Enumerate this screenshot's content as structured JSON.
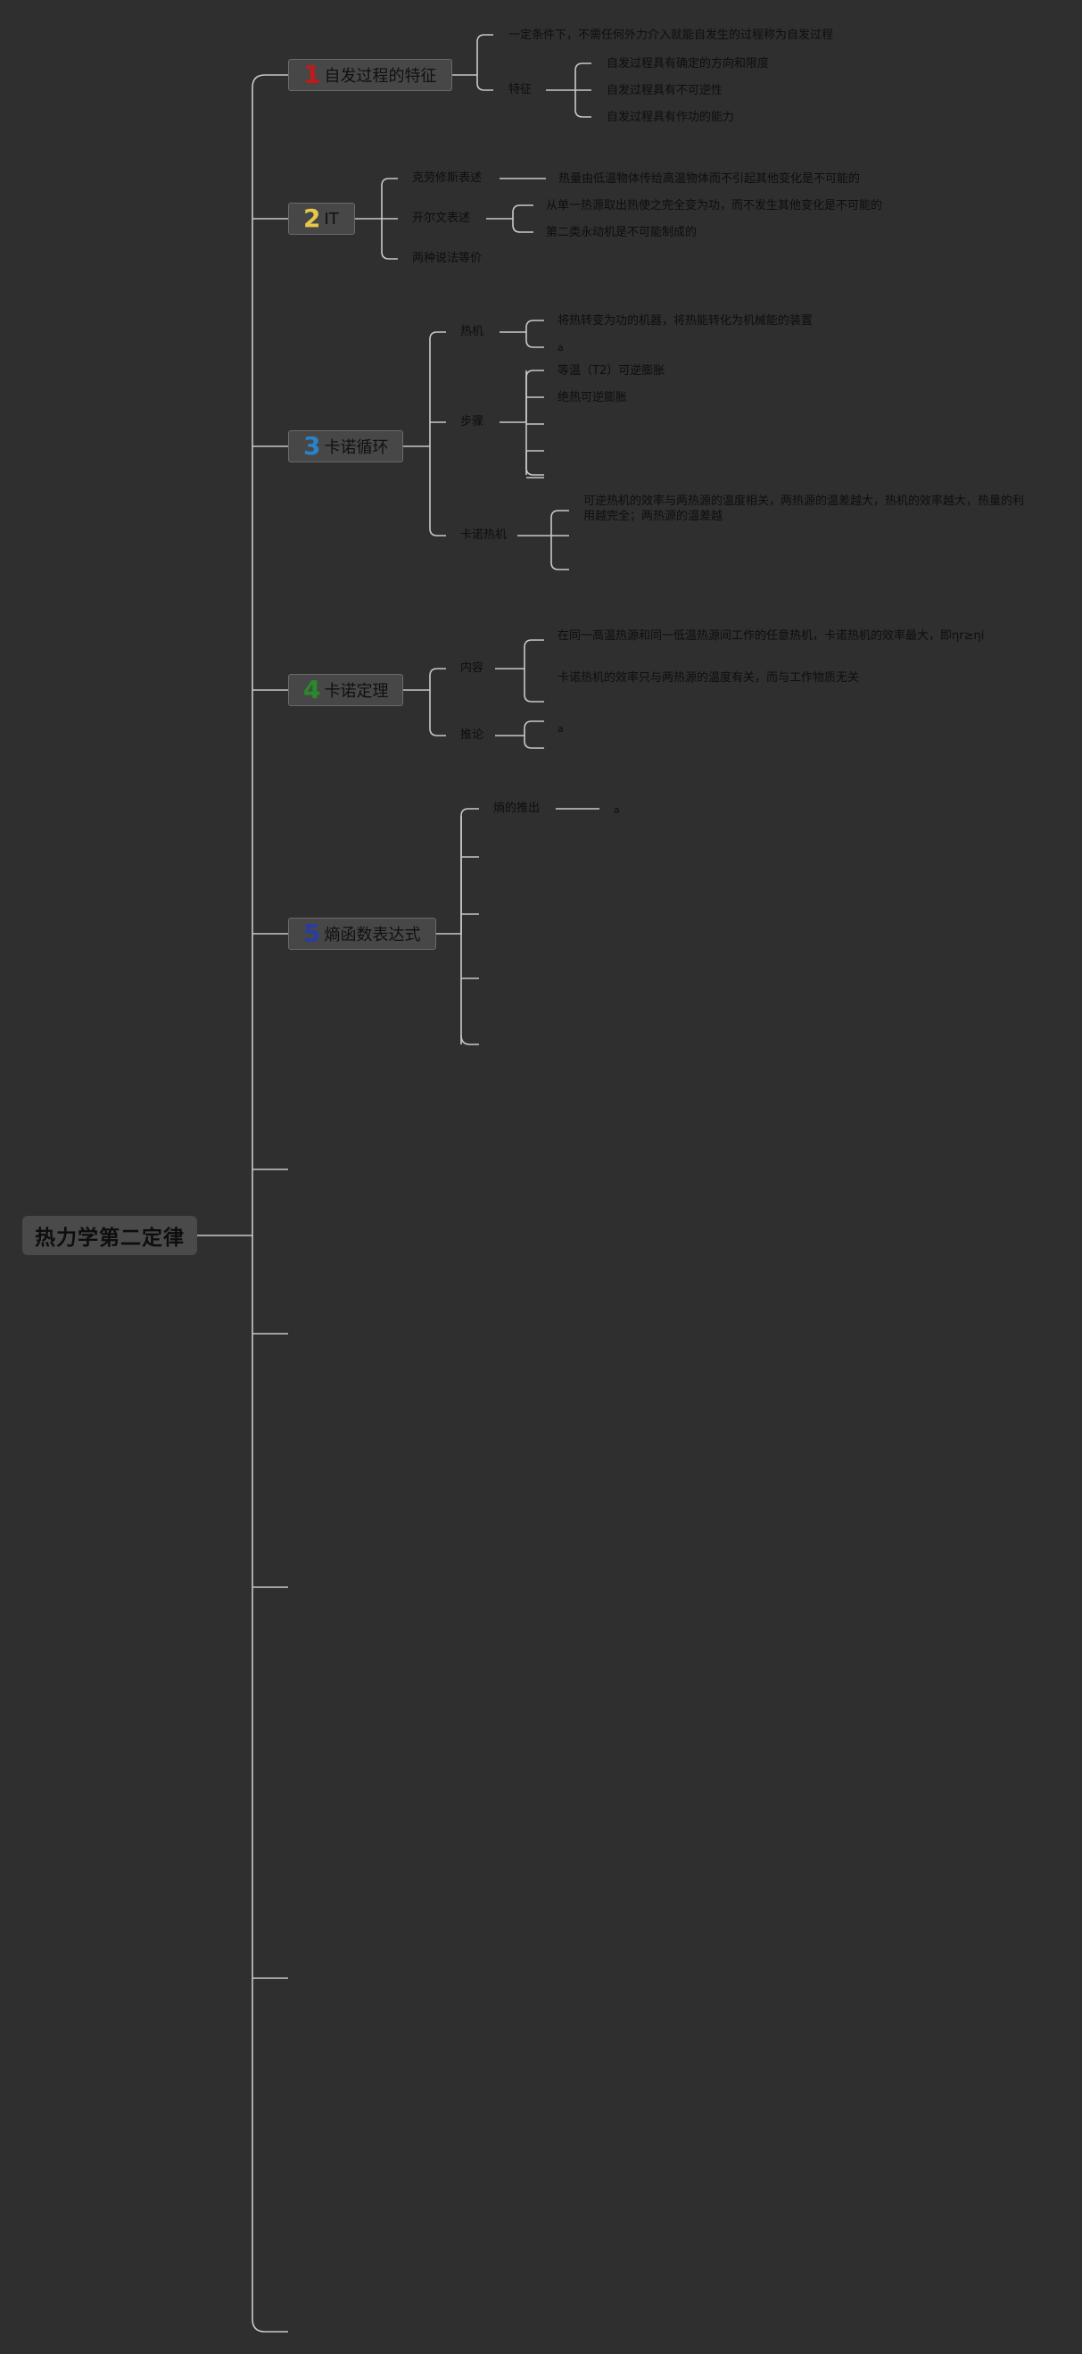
{
  "colors": {
    "background": "#2f2f2f",
    "connector": "#c9c9c9",
    "num1": "#c21a1a",
    "num2": "#e8c84a",
    "num3": "#2a82c9",
    "num4": "#2a8a2a",
    "num5": "#2b3d9e"
  },
  "root": {
    "label": "热力学第二定律"
  },
  "topics": [
    {
      "num": "1",
      "label": "自发过程的特征"
    },
    {
      "num": "2",
      "label": "IT"
    },
    {
      "num": "3",
      "label": "卡诺循环"
    },
    {
      "num": "4",
      "label": "卡诺定理"
    },
    {
      "num": "5",
      "label": "熵函数表达式"
    }
  ],
  "t1": {
    "definition": "一定条件下，不需任何外力介入就能自发生的过程称为自发过程",
    "feature_label": "特征",
    "features": [
      "自发过程具有确定的方向和限度",
      "自发过程具有不可逆性",
      "自发过程具有作功的能力"
    ]
  },
  "t2": {
    "clausius_label": "克劳修斯表述",
    "clausius_text": "热量由低温物体传给高温物体而不引起其他变化是不可能的",
    "kelvin_label": "开尔文表述",
    "kelvin_items": [
      "从单一热源取出热使之完全变为功，而不发生其他变化是不可能的",
      "第二类永动机是不可能制成的"
    ],
    "equiv_label": "两种说法等价"
  },
  "t3": {
    "engine_label": "热机",
    "engine_items": [
      "将热转变为功的机器，将热能转化为机械能的装置",
      "a"
    ],
    "steps_label": "步骤",
    "steps_items": [
      "等温（T2）可逆膨胀",
      "绝热可逆膨胀"
    ],
    "carnot_label": "卡诺热机",
    "carnot_items": [
      "可逆热机的效率与两热源的温度相关，两热源的温差越大，热机的效率越大，热量的利用越完全；两热源的温差越"
    ]
  },
  "t4": {
    "content_label": "内容",
    "content_items": [
      "在同一高温热源和同一低温热源间工作的任意热机，卡诺热机的效率最大，即ηr≥ηi",
      "卡诺热机的效率只与两热源的温度有关，而与工作物质无关"
    ],
    "corollary_label": "推论",
    "corollary_items": [
      "a"
    ]
  },
  "t5": {
    "entropy_label": "熵的推出",
    "entropy_value": "a"
  }
}
